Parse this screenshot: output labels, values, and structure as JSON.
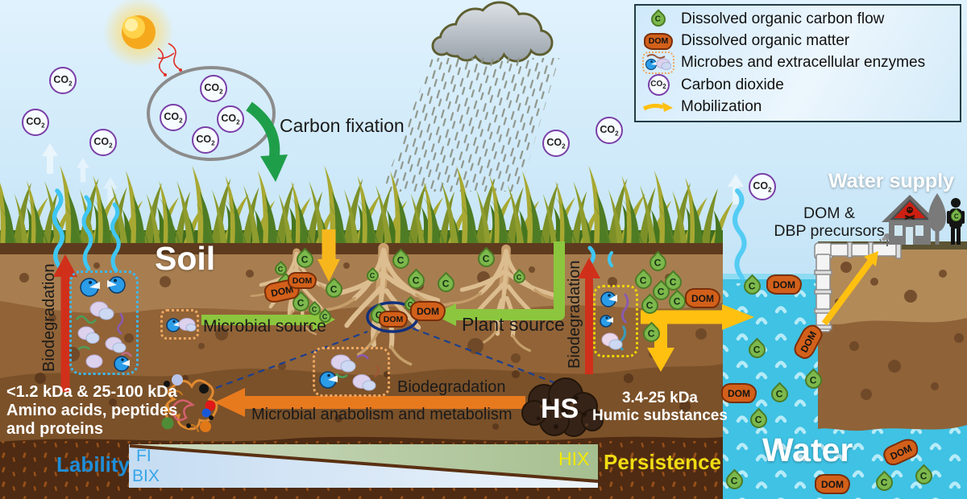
{
  "legend": {
    "items": [
      {
        "label": "Dissolved organic carbon flow"
      },
      {
        "label": "Dissolved organic matter"
      },
      {
        "label": "Microbes and extracellular enzymes"
      },
      {
        "label": "Carbon dioxide"
      },
      {
        "label": "Mobilization"
      }
    ]
  },
  "labels": {
    "c": "C",
    "dom": "DOM",
    "co2_main": "CO",
    "co2_sub": "2",
    "soil": "Soil",
    "water": "Water",
    "water_supply": "Water supply",
    "dom_dbp_line1": "DOM &",
    "dom_dbp_line2": "DBP precursors",
    "carbon_fixation": "Carbon fixation",
    "microbial_source": "Microbial source",
    "plant_source": "Plant source",
    "biodegradation": "Biodegradation",
    "anabolism": "Microbial anabolism and metabolism",
    "hs": "HS",
    "amino_line1": "<1.2 kDa & 25-100 kDa",
    "amino_line2": "Amino acids, peptides",
    "amino_line3": "and proteins",
    "humic_line1": "3.4-25 kDa",
    "humic_line2": "Humic substances",
    "lability": "Lability",
    "persistence": "Persistence",
    "fi": "FI",
    "bix": "BIX",
    "hix": "HIX"
  },
  "colors": {
    "carbon_droplet": "#7cb84c",
    "dom_blob": "#d2601a",
    "co2_ring": "#7a3fa8",
    "mobilization_arrow": "#ffc010",
    "biodegradation_arrow": "#d0301a",
    "source_arrow": "#8cc63e",
    "anabolism_arrow": "#e87a1e",
    "water": "#3fc2e4",
    "lability_text": "#1e8ed8",
    "persistence_text": "#f0dc14"
  }
}
